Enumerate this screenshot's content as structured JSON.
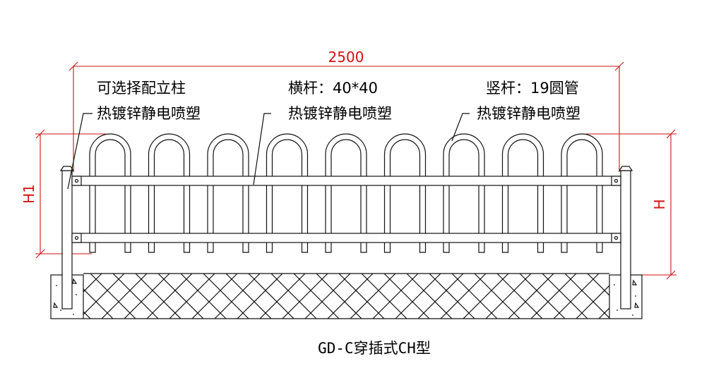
{
  "dimensions": {
    "width_label": "2500",
    "left_height_label": "H1",
    "right_height_label": "H"
  },
  "labels": {
    "post_note": "可选择配立柱",
    "post_finish": "热镀锌静电喷塑",
    "rail_spec": "横杆：40*40",
    "rail_finish": "热镀锌静电喷塑",
    "picket_spec": "竖杆：19圆管",
    "picket_finish": "热镀锌静电喷塑"
  },
  "caption": "GD-C穿插式CH型",
  "colors": {
    "dimension_lines": "#d21010",
    "linework": "#111111"
  }
}
